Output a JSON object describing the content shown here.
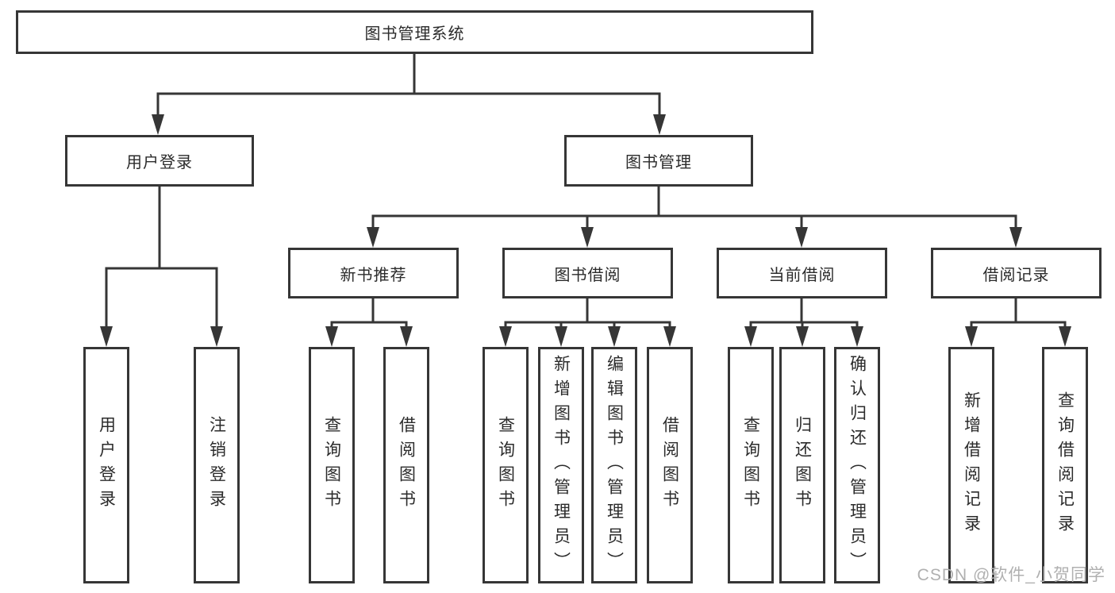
{
  "diagram": {
    "title": "图书管理系统",
    "groups": [
      {
        "label": "用户登录",
        "leaves": [
          "用户登录",
          "注销登录"
        ]
      },
      {
        "label": "图书管理",
        "sections": [
          {
            "label": "新书推荐",
            "leaves": [
              "查询图书",
              "借阅图书"
            ]
          },
          {
            "label": "图书借阅",
            "leaves": [
              "查询图书",
              "新增图书（管理员）",
              "编辑图书（管理员）",
              "借阅图书"
            ]
          },
          {
            "label": "当前借阅",
            "leaves": [
              "查询图书",
              "归还图书",
              "确认归还（管理员）"
            ]
          },
          {
            "label": "借阅记录",
            "leaves": [
              "新增借阅记录",
              "查询借阅记录"
            ]
          }
        ]
      }
    ],
    "watermark": "CSDN @软件_小贺同学",
    "colors": {
      "line": "#363636",
      "box_border": "#363636",
      "background": "#ffffff",
      "watermark_text": "#b0b0b0"
    }
  }
}
